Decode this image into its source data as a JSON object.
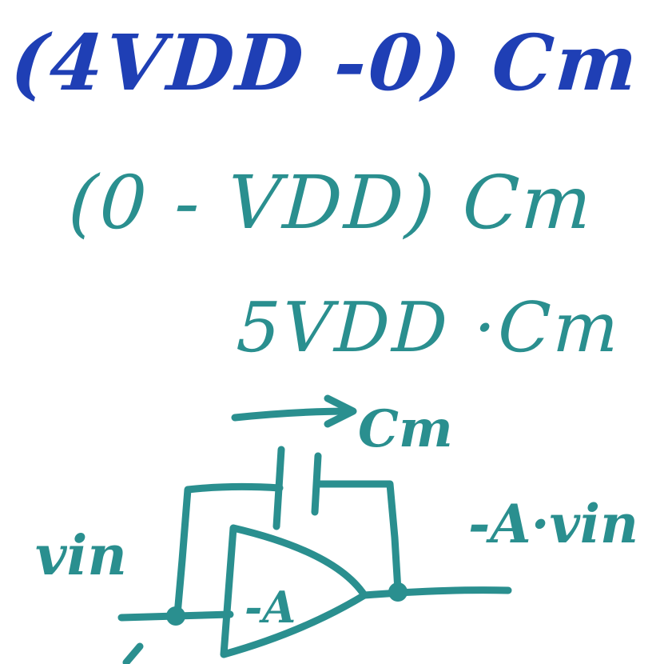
{
  "notes": {
    "line_1": "(4VDD -0) Cm",
    "line_2": "(0 - VDD) Cm",
    "line_3": "5VDD ·Cm"
  },
  "circuit": {
    "capacitor_label": "Cm",
    "input_label": "vin",
    "amplifier_label": "-A",
    "output_label": "-A·vin"
  },
  "colors": {
    "blue_ink": "#1f3fb5",
    "teal_ink": "#2a8f8f",
    "background": "#ffffff"
  }
}
